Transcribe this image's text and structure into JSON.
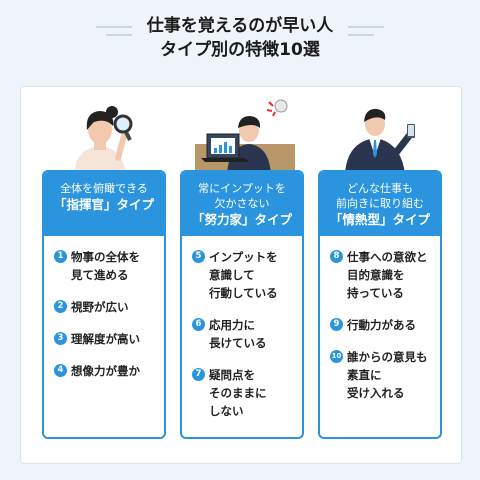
{
  "title": {
    "line1": "仕事を覚えるのが早い人",
    "line2": "タイプ別の特徴10選"
  },
  "colors": {
    "accent": "#2a95de",
    "background": "#eef4fa"
  },
  "types": [
    {
      "sub1": "全体を俯瞰できる",
      "sub2": "",
      "type": "「指揮官」タイプ",
      "illustration": "woman-with-magnifier",
      "items": [
        {
          "num": "1",
          "lines": [
            "物事の全体を",
            "見て進める"
          ]
        },
        {
          "num": "2",
          "lines": [
            "視野が広い"
          ]
        },
        {
          "num": "3",
          "lines": [
            "理解度が高い"
          ]
        },
        {
          "num": "4",
          "lines": [
            "想像力が豊か"
          ]
        }
      ]
    },
    {
      "sub1": "常にインプットを",
      "sub2": "欠かさない",
      "type": "「努力家」タイプ",
      "illustration": "person-at-laptop-with-lightbulb",
      "items": [
        {
          "num": "5",
          "lines": [
            "インプットを",
            "意識して",
            "行動している"
          ]
        },
        {
          "num": "6",
          "lines": [
            "応用力に",
            "長けている"
          ]
        },
        {
          "num": "7",
          "lines": [
            "疑問点を",
            "そのままに",
            "しない"
          ]
        }
      ]
    },
    {
      "sub1": "どんな仕事も",
      "sub2": "前向きに取り組む",
      "type": "「情熱型」タイプ",
      "illustration": "businessman-with-phone",
      "items": [
        {
          "num": "8",
          "lines": [
            "仕事への意欲と",
            "目的意識を",
            "持っている"
          ]
        },
        {
          "num": "9",
          "lines": [
            "行動力がある"
          ]
        },
        {
          "num": "10",
          "lines": [
            "誰からの意見も",
            "素直に",
            "受け入れる"
          ]
        }
      ]
    }
  ]
}
